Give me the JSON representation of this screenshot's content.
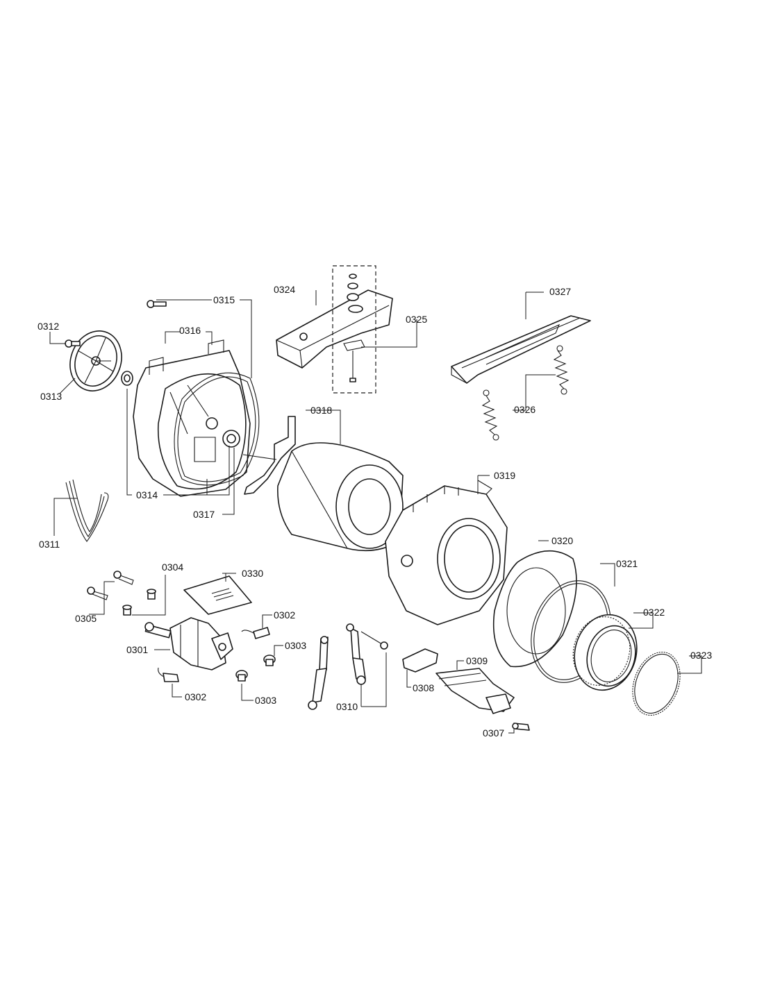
{
  "labels": {
    "p0301": "0301",
    "p0302a": "0302",
    "p0302b": "0302",
    "p0303a": "0303",
    "p0303b": "0303",
    "p0304": "0304",
    "p0305": "0305",
    "p0307": "0307",
    "p0308": "0308",
    "p0309": "0309",
    "p0310": "0310",
    "p0311": "0311",
    "p0312": "0312",
    "p0313": "0313",
    "p0314": "0314",
    "p0315": "0315",
    "p0316": "0316",
    "p0317": "0317",
    "p0318": "0318",
    "p0319": "0319",
    "p0320": "0320",
    "p0321": "0321",
    "p0322": "0322",
    "p0323": "0323",
    "p0324": "0324",
    "p0325": "0325",
    "p0326": "0326",
    "p0327": "0327",
    "p0330": "0330"
  }
}
